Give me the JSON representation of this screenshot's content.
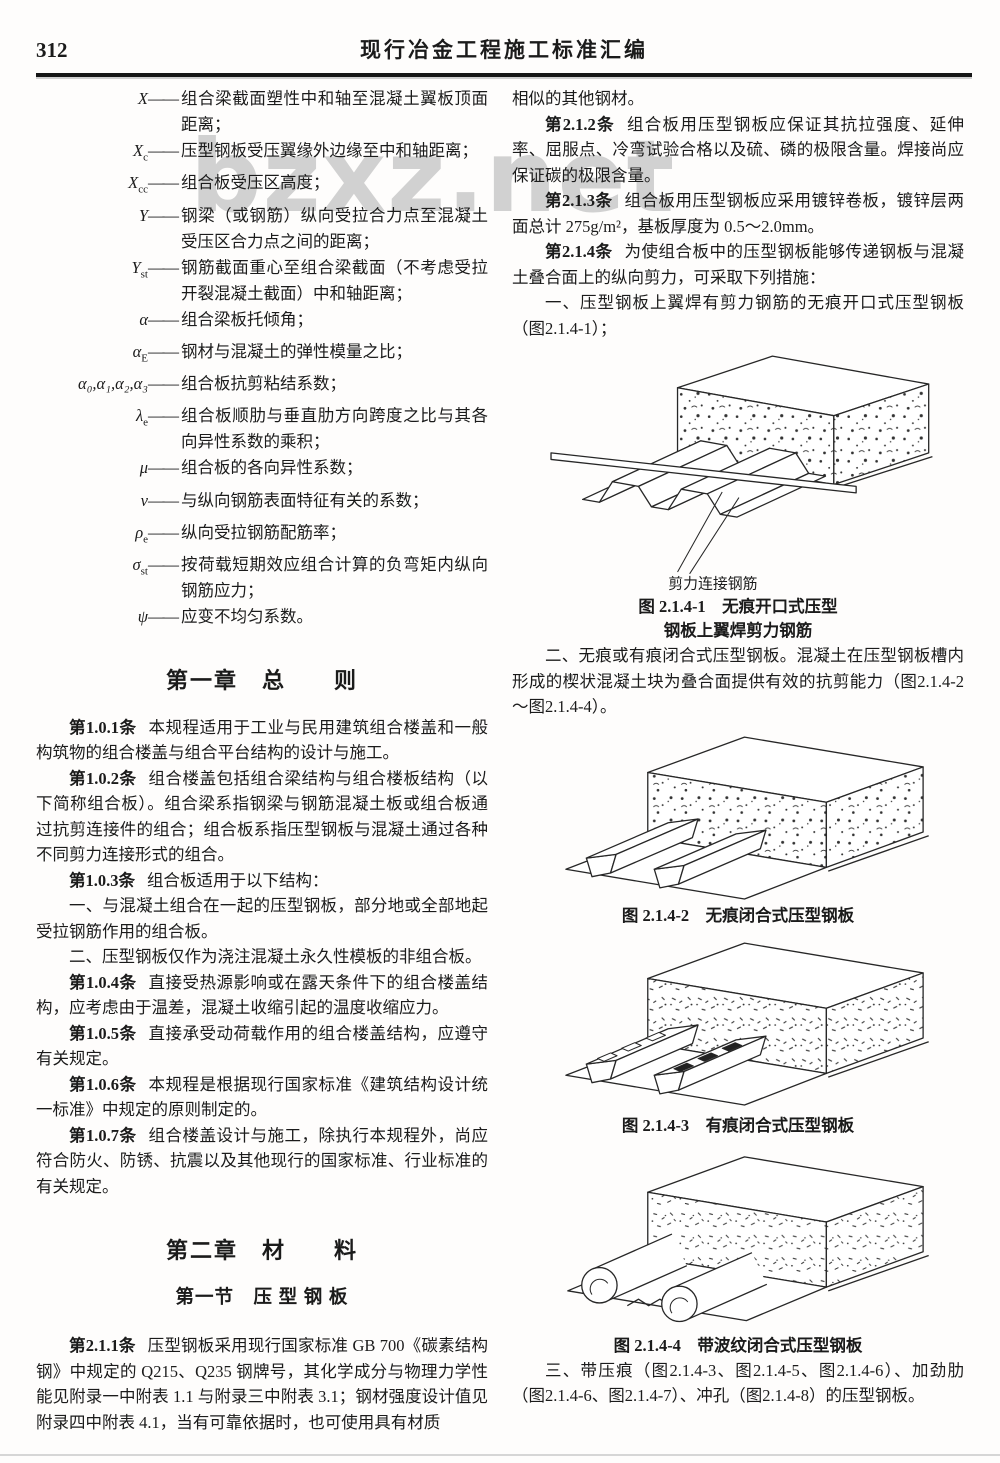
{
  "page": {
    "number": "312",
    "header_title": "现行冶金工程施工标准汇编"
  },
  "watermark": "bzxz.net",
  "symbols_dash": "——",
  "symbols": [
    {
      "base": "X",
      "sub": "",
      "def": "组合梁截面塑性中和轴至混凝土翼板顶面距离；"
    },
    {
      "base": "X",
      "sub": "c",
      "def": "压型钢板受压翼缘外边缘至中和轴距离；"
    },
    {
      "base": "X",
      "sub": "cc",
      "def": "组合板受压区高度；"
    },
    {
      "base": "Y",
      "sub": "",
      "def": "钢梁（或钢筋）纵向受拉合力点至混凝土受压区合力点之间的距离；"
    },
    {
      "base": "Y",
      "sub": "st",
      "def": "钢筋截面重心至组合梁截面（不考虑受拉开裂混凝土截面）中和轴距离；"
    },
    {
      "base": "α",
      "sub": "",
      "def": "组合梁板托倾角；"
    },
    {
      "base": "α",
      "sub": "E",
      "def": "钢材与混凝土的弹性模量之比；"
    },
    {
      "base": "α₀,α₁,α₂,α₃",
      "sub": "",
      "def": "组合板抗剪粘结系数；"
    },
    {
      "base": "λ",
      "sub": "e",
      "def": "组合板顺肋与垂直肋方向跨度之比与其各向异性系数的乘积；"
    },
    {
      "base": "μ",
      "sub": "",
      "def": "组合板的各向异性系数；"
    },
    {
      "base": "ν",
      "sub": "",
      "def": "与纵向钢筋表面特征有关的系数；"
    },
    {
      "base": "ρ",
      "sub": "e",
      "def": "纵向受拉钢筋配筋率；"
    },
    {
      "base": "σ",
      "sub": "st",
      "def": "按荷载短期效应组合计算的负弯矩内纵向钢筋应力；"
    },
    {
      "base": "ψ",
      "sub": "",
      "def": "应变不均匀系数。"
    }
  ],
  "chapter1": {
    "title": "第一章　总　　则",
    "paragraphs": [
      {
        "label": "第1.0.1条",
        "text": "本规程适用于工业与民用建筑组合楼盖和一般构筑物的组合楼盖与组合平台结构的设计与施工。"
      },
      {
        "label": "第1.0.2条",
        "text": "组合楼盖包括组合梁结构与组合楼板结构（以下简称组合板）。组合梁系指钢梁与钢筋混凝土板或组合板通过抗剪连接件的组合；组合板系指压型钢板与混凝土通过各种不同剪力连接形式的组合。"
      },
      {
        "label": "第1.0.3条",
        "text": "组合板适用于以下结构："
      },
      {
        "label": "",
        "text": "一、与混凝土组合在一起的压型钢板，部分地或全部地起受拉钢筋作用的组合板。"
      },
      {
        "label": "",
        "text": "二、压型钢板仅作为浇注混凝土永久性模板的非组合板。"
      },
      {
        "label": "第1.0.4条",
        "text": "直接受热源影响或在露天条件下的组合楼盖结构，应考虑由于温差，混凝土收缩引起的温度收缩应力。"
      },
      {
        "label": "第1.0.5条",
        "text": "直接承受动荷载作用的组合楼盖结构，应遵守有关规定。"
      },
      {
        "label": "第1.0.6条",
        "text": "本规程是根据现行国家标准《建筑结构设计统一标准》中规定的原则制定的。"
      },
      {
        "label": "第1.0.7条",
        "text": "组合楼盖设计与施工，除执行本规程外，尚应符合防火、防锈、抗震以及其他现行的国家标准、行业标准的有关规定。"
      }
    ]
  },
  "chapter2": {
    "title": "第二章　材　　料",
    "section_title": "第一节　压 型 钢 板",
    "paragraphs": [
      {
        "label": "第2.1.1条",
        "text": "压型钢板采用现行国家标准 GB 700《碳素结构钢》中规定的 Q215、Q235 钢牌号，其化学成分与物理力学性能见附录一中附表 1.1 与附录三中附表 3.1；钢材强度设计值见附录四中附表 4.1，当有可靠依据时，也可使用具有材质"
      }
    ]
  },
  "right_column": {
    "continuation": "相似的其他钢材。",
    "paragraphs": [
      {
        "label": "第2.1.2条",
        "text": "组合板用压型钢板应保证其抗拉强度、延伸率、屈服点、冷弯试验合格以及硫、磷的极限含量。焊接尚应保证碳的极限含量。"
      },
      {
        "label": "第2.1.3条",
        "text": "组合板用压型钢板应采用镀锌卷板，镀锌层两面总计 275g/m²，基板厚度为 0.5～2.0mm。"
      },
      {
        "label": "第2.1.4条",
        "text": "为使组合板中的压型钢板能够传递钢板与混凝土叠合面上的纵向剪力，可采取下列措施："
      },
      {
        "label": "",
        "text": "一、压型钢板上翼焊有剪力钢筋的无痕开口式压型钢板（图2.1.4-1）；"
      }
    ],
    "item2": "二、无痕或有痕闭合式压型钢板。混凝土在压型钢板槽内形成的楔状混凝土块为叠合面提供有效的抗剪能力（图2.1.4-2～图2.1.4-4）。",
    "item3": "三、带压痕（图2.1.4-3、图2.1.4-5、图2.1.4-6）、加劲肋（图2.1.4-6、图2.1.4-7）、冲孔（图2.1.4-8）的压型钢板。"
  },
  "figures": [
    {
      "label": "剪力连接钢筋",
      "caption_line1": "图 2.1.4-1　无痕开口式压型",
      "caption_line2": "钢板上翼焊剪力钢筋"
    },
    {
      "caption": "图 2.1.4-2　无痕闭合式压型钢板"
    },
    {
      "caption": "图 2.1.4-3　有痕闭合式压型钢板"
    },
    {
      "caption": "图 2.1.4-4　带波纹闭合式压型钢板"
    }
  ]
}
